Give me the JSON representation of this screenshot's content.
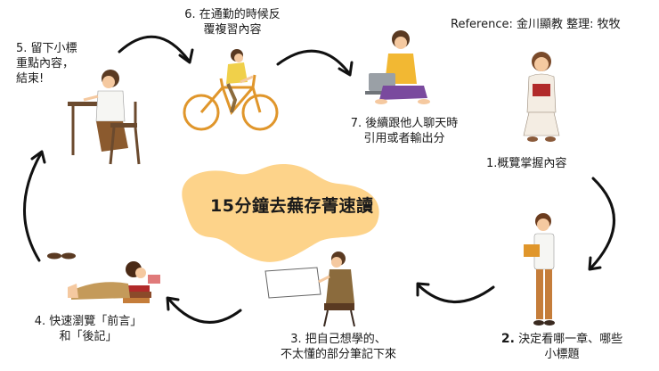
{
  "reference": "Reference: 金川顯教  整理: 牧牧",
  "title": "15分鐘去蕪存菁速讀",
  "steps": [
    {
      "num": "1.",
      "lines": [
        "概覽掌握內容"
      ]
    },
    {
      "num": "2.",
      "lines": [
        "決定看哪一章、哪些",
        "小標題"
      ]
    },
    {
      "num": "3.",
      "lines": [
        "把自己想學的、",
        "不太懂的部分筆記下來"
      ]
    },
    {
      "num": "4.",
      "lines": [
        "快速瀏覽「前言」",
        "和「後記」"
      ]
    },
    {
      "num": "5.",
      "lines": [
        "留下小標",
        "重點內容，",
        "結束!"
      ]
    },
    {
      "num": "6.",
      "lines": [
        "在通勤的時候反",
        "覆複習內容"
      ]
    },
    {
      "num": "7.",
      "lines": [
        "後續跟他人聊天時",
        "引用或者輸出分"
      ]
    }
  ],
  "colors": {
    "blob": "#fdd38a",
    "arrow": "#111111",
    "bike": "#e0962b",
    "skin": "#f5c9a0"
  }
}
